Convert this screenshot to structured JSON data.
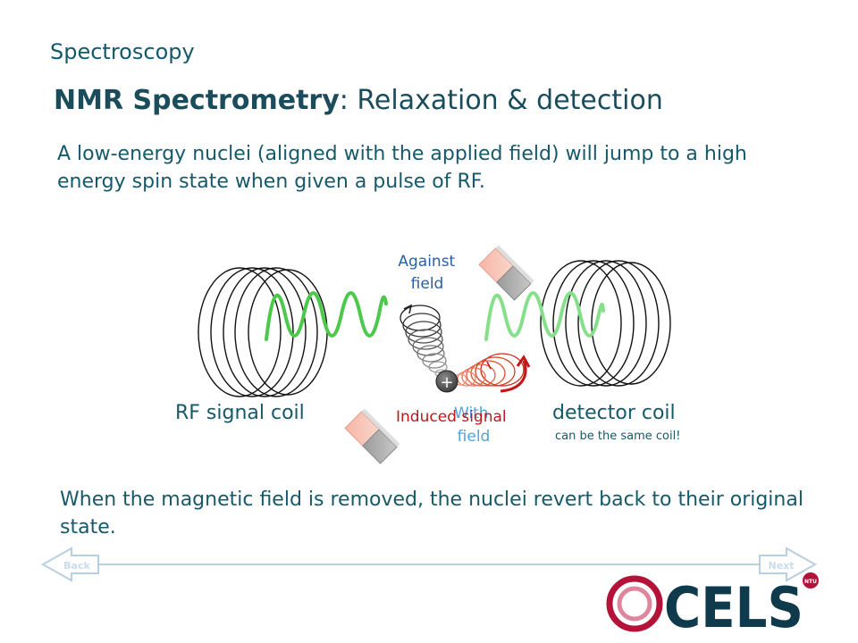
{
  "section_title": "Spectroscopy",
  "slide_title": {
    "bold": "NMR Spectrometry",
    "rest": ": Relaxation & detection"
  },
  "intro_text": "A low-energy nuclei (aligned with the applied field) will jump to a high energy spin state when given a pulse of RF.",
  "outro_text": "When the magnetic field is removed, the nuclei revert back to their original state.",
  "diagram": {
    "against_field_label": [
      "Against",
      "field"
    ],
    "with_field_label": [
      "With",
      "field"
    ],
    "rf_coil_label": "RF signal coil",
    "detector_coil_label": "detector coil",
    "detector_note": "can be the same coil!",
    "induced_signal_label": "Induced signal",
    "nucleus_symbol": "+"
  },
  "nav": {
    "back_label": "Back",
    "next_label": "Next"
  },
  "logo": {
    "text": "CELS",
    "badge": "NTU"
  },
  "colors": {
    "text_teal": "#16596a",
    "label_blue": "#2a5fa8",
    "with_field_blue": "#4ea3e0",
    "induced_red": "#c0181a",
    "wave_green": "#4cc84a",
    "wave_light_green": "#86e08a",
    "logo_crimson": "#b5123a",
    "logo_dark": "#0e3a4c"
  }
}
